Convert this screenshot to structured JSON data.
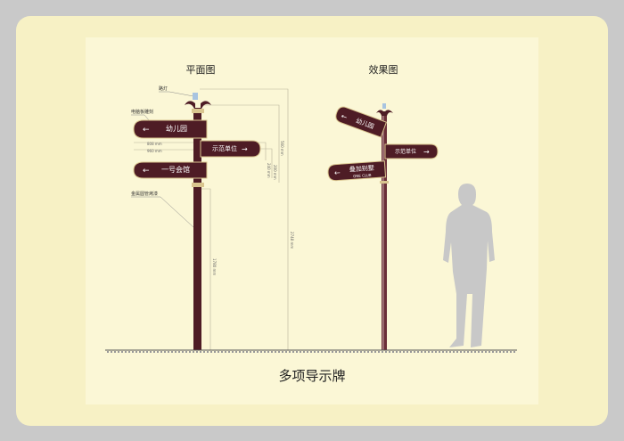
{
  "titles": {
    "plan": "平面图",
    "effect": "效果图",
    "caption": "多项导示牌"
  },
  "plan_labels": {
    "lamp": "路灯",
    "panel": "电脑板雕刻",
    "pole": "金属圆管烤漆"
  },
  "dimensions": {
    "d1": "808 mm",
    "d2": "960 mm",
    "d3": "2748 mm",
    "d4": "1780 mm",
    "d5": "560 mm",
    "d6": "200 mm",
    "d7": "240 mm"
  },
  "plan_signs": [
    {
      "label": "幼儿园",
      "direction": "left"
    },
    {
      "label": "示范单位",
      "direction": "right"
    },
    {
      "label": "一号会馆",
      "direction": "left"
    }
  ],
  "effect_signs": [
    {
      "label": "幼儿园",
      "direction": "left"
    },
    {
      "label": "示范单位",
      "direction": "right"
    },
    {
      "label": "叠加别墅",
      "sub": "ONE CLUB",
      "direction": "left"
    }
  ],
  "colors": {
    "sign": "#4e1c25",
    "trim": "#d9c58f",
    "background": "#f7f1c5",
    "silhouette": "#c8c8c8"
  }
}
